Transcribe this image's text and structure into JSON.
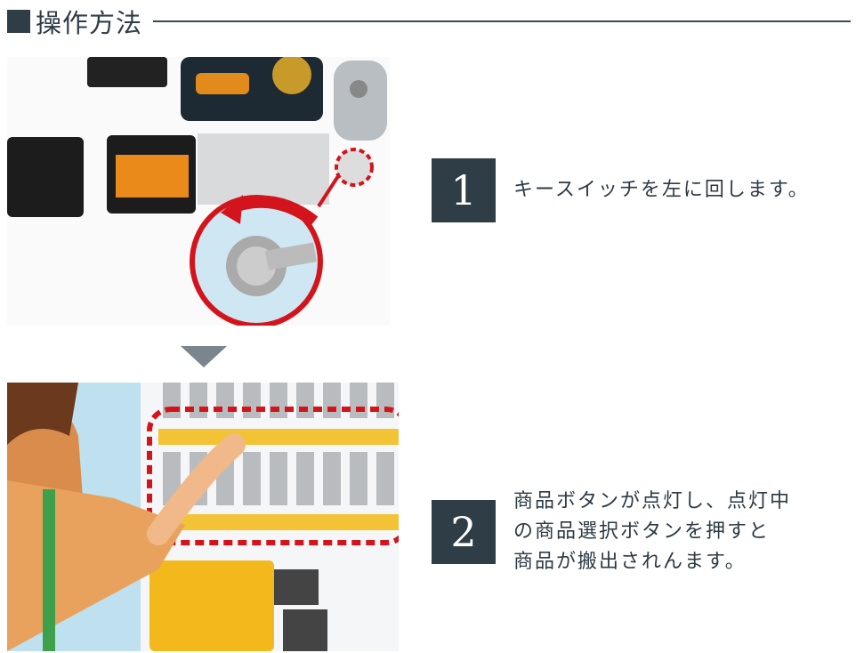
{
  "header": {
    "title": "操作方法"
  },
  "steps": [
    {
      "number": "1",
      "text": "キースイッチを左に回します。"
    },
    {
      "number": "2",
      "text_lines": [
        "商品ボタンが点灯し、点灯中",
        "の商品選択ボタンを押すと",
        "商品が搬出されんます。"
      ]
    }
  ],
  "colors": {
    "accent": "#2f3d47",
    "highlight": "#d3141c"
  }
}
